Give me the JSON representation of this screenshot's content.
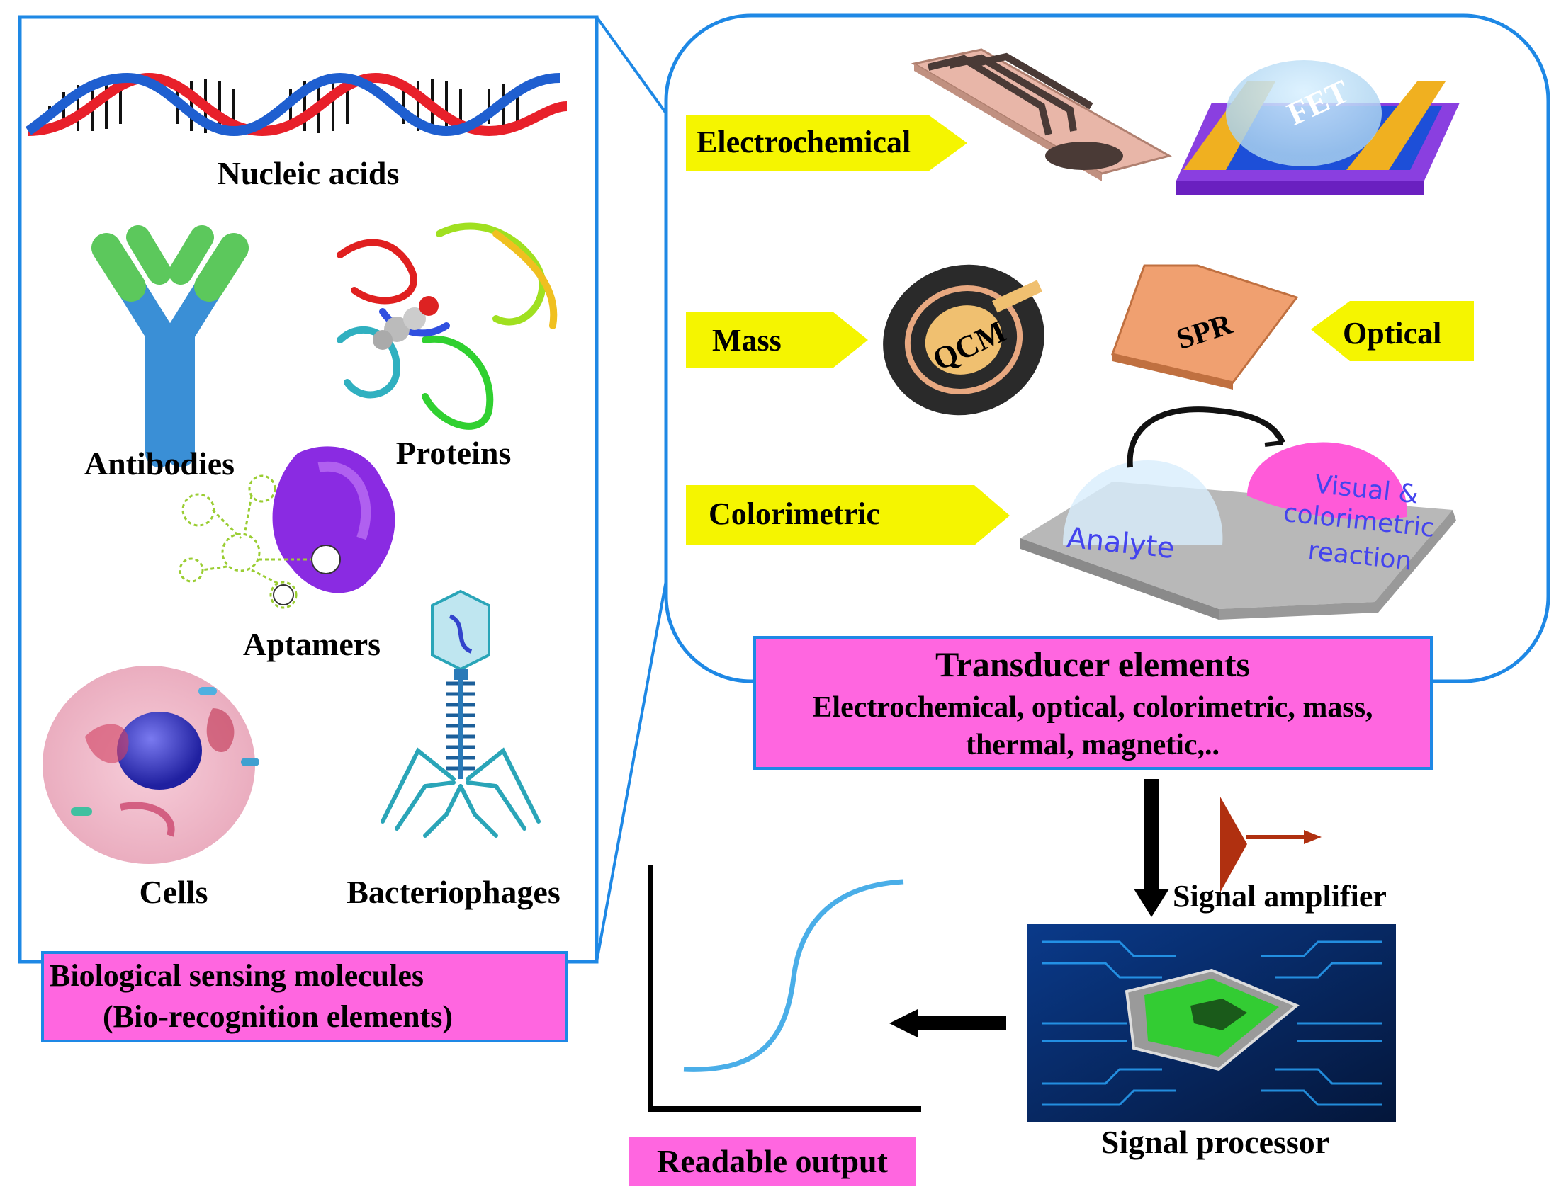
{
  "bio_panel": {
    "nucleic_acids": "Nucleic acids",
    "antibodies": "Antibodies",
    "proteins": "Proteins",
    "aptamers": "Aptamers",
    "cells": "Cells",
    "bacteriophages": "Bacteriophages",
    "title_line1": "Biological sensing molecules",
    "title_line2": "(Bio-recognition elements)"
  },
  "transducer_panel": {
    "electrochemical": "Electrochemical",
    "fet": "FET",
    "mass": "Mass",
    "qcm": "QCM",
    "spr": "SPR",
    "optical": "Optical",
    "colorimetric": "Colorimetric",
    "analyte": "Analyte",
    "reaction_line1": "Visual &",
    "reaction_line2": "colorimetric",
    "reaction_line3": "reaction",
    "title": "Transducer elements",
    "subtitle_line1": "Electrochemical, optical, colorimetric, mass,",
    "subtitle_line2": "thermal, magnetic,.."
  },
  "signal_amplifier": "Signal amplifier",
  "signal_processor": "Signal processor",
  "readable_output": "Readable output",
  "colors": {
    "panel_border": "#1e88e5",
    "label_box": "#ff66e0",
    "arrow_label": "#f5f500",
    "dna_red": "#e8202a",
    "dna_blue": "#1f5fd0",
    "antibody": "#3a8fd6",
    "antibody_tip": "#5cc85c",
    "aptamer_blob": "#8a2be2",
    "cell": "#e8a4b8",
    "nucleus": "#3f3fd0",
    "phage": "#2aa5b8",
    "electrode": "#e8b6a8",
    "fet_gold": "#f0b020",
    "fet_blue": "#1d4fd8",
    "fet_purple": "#8a3fe0",
    "spr_chip": "#f0a070",
    "reaction_drop": "#ff5ad8",
    "reaction_text": "#4444ee",
    "amplifier": "#b03010",
    "curve": "#4aaee8",
    "chip_bg": "#0a2a6a",
    "chip_core": "#33cc33"
  }
}
